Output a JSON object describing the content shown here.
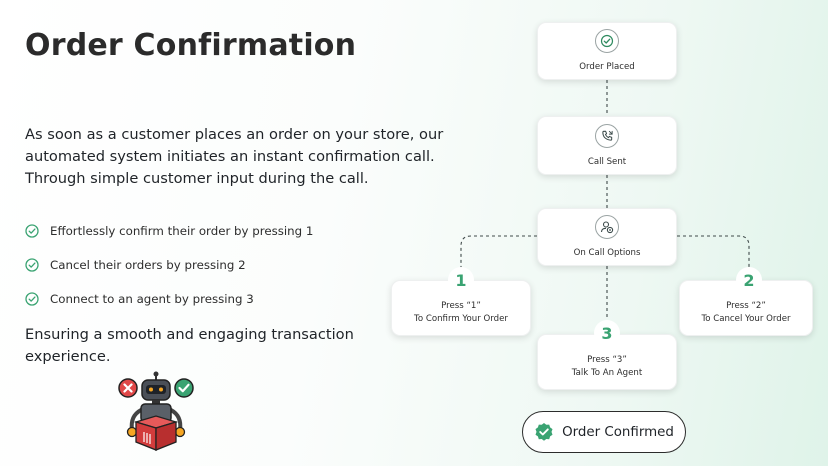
{
  "title": "Order Confirmation",
  "intro": "As soon as a customer places an order on your store, our automated system initiates an instant confirmation call. Through simple customer input during the call.",
  "bullets": [
    "Effortlessly confirm their order by pressing 1",
    "Cancel their orders by pressing 2",
    "Connect to an agent by pressing 3"
  ],
  "closing": "Ensuring a smooth and engaging transaction experience.",
  "flow": {
    "order_placed": "Order Placed",
    "call_sent": "Call Sent",
    "call_options": "On Call Options",
    "option1": {
      "number": "1",
      "line1": "Press “1”",
      "line2": "To Confirm Your Order"
    },
    "option2": {
      "number": "2",
      "line1": "Press “2”",
      "line2": "To Cancel Your Order"
    },
    "option3": {
      "number": "3",
      "line1": "Press “3”",
      "line2": "Talk To An Agent"
    },
    "final": "Order Confirmed"
  },
  "icons": {
    "bullet": "check-circle-icon",
    "order_placed": "check-circle-icon",
    "call_sent": "phone-icon",
    "call_options": "user-gear-icon",
    "final": "check-badge-icon",
    "illustration": "robot-icon"
  },
  "colors": {
    "accent_green": "#3aa372",
    "reject_red": "#e04848",
    "text_dark": "#2b2b2b"
  }
}
